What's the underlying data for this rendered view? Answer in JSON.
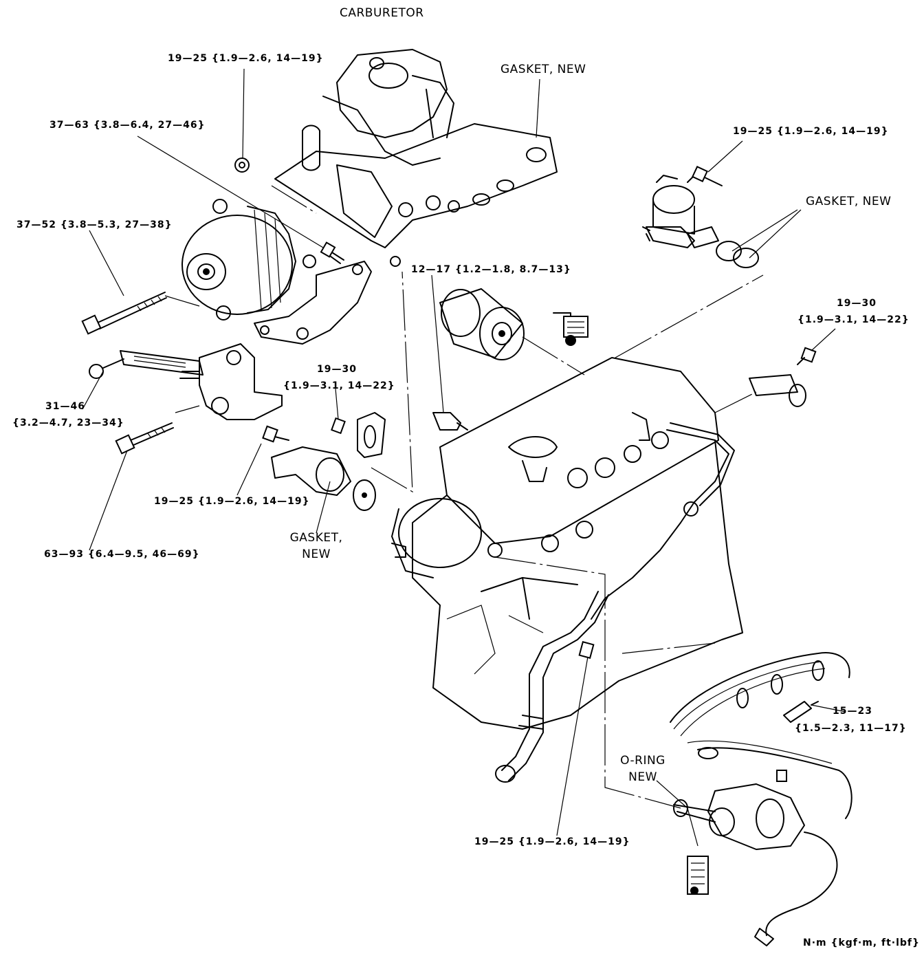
{
  "title": "CARBURETOR",
  "units": "N·m {kgf·m, ft·lbf}",
  "labels": {
    "carb_bolt": "19—25 {1.9—2.6, 14—19}",
    "alt_upper": "37—63 {3.8—6.4, 27—46}",
    "alt_bolt": "37—52 {3.8—5.3, 27—38}",
    "gasket_carb": "GASKET, NEW",
    "fuelpump_bolt": "19—25 {1.9—2.6, 14—19}",
    "gasket_pump": "GASKET, NEW",
    "filter_bolt": "12—17 {1.2—1.8, 8.7—13}",
    "bracket_bolt_l1": "19—30",
    "bracket_bolt_l2": "{1.9—3.1, 14—22}",
    "tensioner_l1": "31—46",
    "tensioner_l2": "{3.2—4.7, 23—34}",
    "thermo_l1": "19—30",
    "thermo_l2": "{1.9—3.1, 14—22}",
    "housing_bolt": "19—25 {1.9—2.6, 14—19}",
    "gasket_housing_l1": "GASKET,",
    "gasket_housing_l2": "NEW",
    "long_bolt": "63—93 {6.4—9.5, 46—69}",
    "spark_l1": "15—23",
    "spark_l2": "{1.5—2.3, 11—17}",
    "oring_l1": "O-RING",
    "oring_l2": "NEW",
    "pipe_bolt": "19—25 {1.9—2.6, 14—19}"
  }
}
